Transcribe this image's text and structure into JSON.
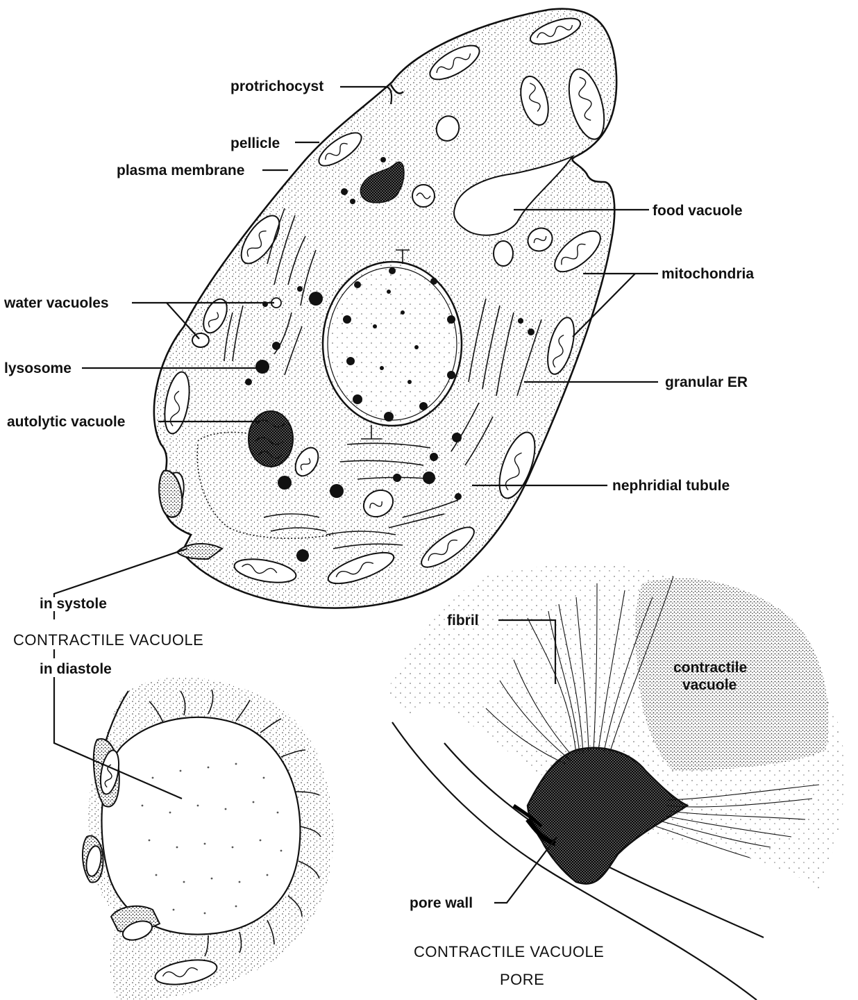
{
  "labels": {
    "protrichocyst": "protrichocyst",
    "pellicle": "pellicle",
    "plasma_membrane": "plasma membrane",
    "food_vacuole": "food vacuole",
    "mitochondria": "mitochondria",
    "water_vacuoles": "water vacuoles",
    "lysosome": "lysosome",
    "granular_er": "granular ER",
    "autolytic_vacuole": "autolytic vacuole",
    "nephridial_tubule": "nephridial tubule",
    "in_systole": "in systole",
    "contractile_vacuole_title": "CONTRACTILE VACUOLE",
    "in_diastole": "in diastole",
    "fibril": "fibril",
    "contractile_vacuole_label_1": "contractile",
    "contractile_vacuole_label_2": "vacuole",
    "pore_wall": "pore wall",
    "pore_title_1": "CONTRACTILE VACUOLE",
    "pore_title_2": "PORE"
  }
}
